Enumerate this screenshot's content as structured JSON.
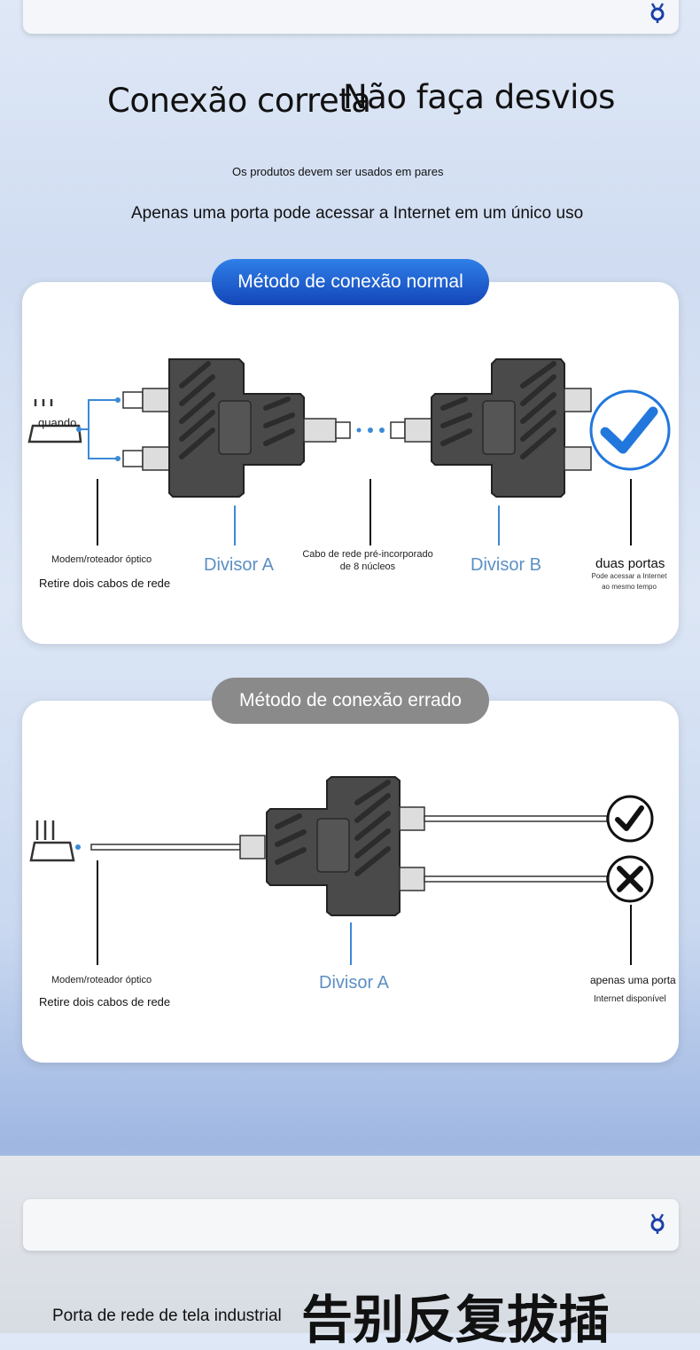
{
  "header": {
    "title_left": "Conexão correta",
    "title_right": "Não faça desvios",
    "pairs_note": "Os produtos devem ser usados em pares",
    "single_port_note": "Apenas uma porta pode acessar a Internet em um único uso"
  },
  "normal": {
    "pill": "Método de conexão normal",
    "router_text": "quando",
    "router_label_small": "Modem/roteador óptico",
    "router_label": "Retire dois cabos de rede",
    "divider_a": "Divisor A",
    "cable_label": "Cabo de rede pré-incorporado de 8 núcleos",
    "divider_b": "Divisor B",
    "ports_label": "duas portas",
    "ports_sub": "Pode acessar a Internet ao mesmo tempo"
  },
  "wrong": {
    "pill": "Método de conexão errado",
    "router_label_small": "Modem/roteador óptico",
    "router_label": "Retire dois cabos de rede",
    "divider_a": "Divisor A",
    "port_label": "apenas uma porta",
    "port_sub": "Internet disponível"
  },
  "footer": {
    "caption": "Porta de rede de tela industrial",
    "big_text": "告别反复拔插"
  },
  "colors": {
    "accent_blue": "#1f5fd6",
    "label_blue": "#5b8fc4",
    "check_blue": "#2277dd"
  }
}
